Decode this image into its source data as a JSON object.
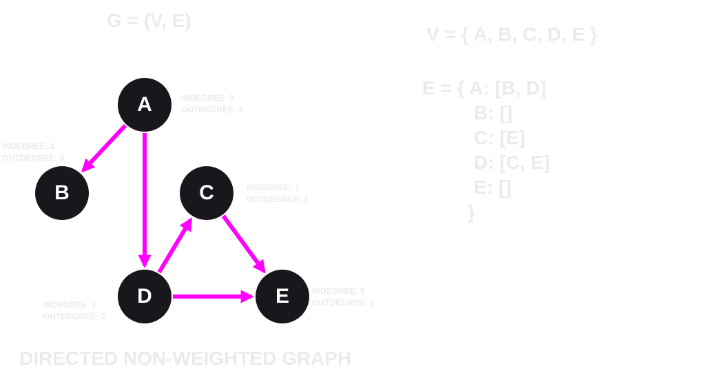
{
  "graph_title": "G = (V, E)",
  "vertex_set": "V = { A, B, C, D, E  }",
  "edge_set": [
    "E = { A: [B, D]",
    "B: []",
    "C: [E]",
    "D: [C, E]",
    "E: []",
    "}"
  ],
  "footer": "DIRECTED NON-WEIGHTED GRAPH",
  "colors": {
    "node_fill": "#1a171c",
    "edge": "#ff00ff",
    "faint_text": "#ebebeb"
  },
  "nodes": [
    {
      "id": "A",
      "indegree": "INDEGREE: 0",
      "outdegree": "OUTDEGREE: 2"
    },
    {
      "id": "B",
      "indegree": "INDEGREE: 1",
      "outdegree": "OUTDEGREE: 0"
    },
    {
      "id": "C",
      "indegree": "INDEGREE: 1",
      "outdegree": "OUTDEGREE: 1"
    },
    {
      "id": "D",
      "indegree": "INDEGREE: 1",
      "outdegree": "OUTDEGREE: 2"
    },
    {
      "id": "E",
      "indegree": "INDEGREE: 0",
      "outdegree": "OUTDEGREE: 0"
    }
  ],
  "edges": [
    {
      "from": "A",
      "to": "B"
    },
    {
      "from": "A",
      "to": "D"
    },
    {
      "from": "D",
      "to": "C"
    },
    {
      "from": "C",
      "to": "E"
    },
    {
      "from": "D",
      "to": "E"
    }
  ]
}
